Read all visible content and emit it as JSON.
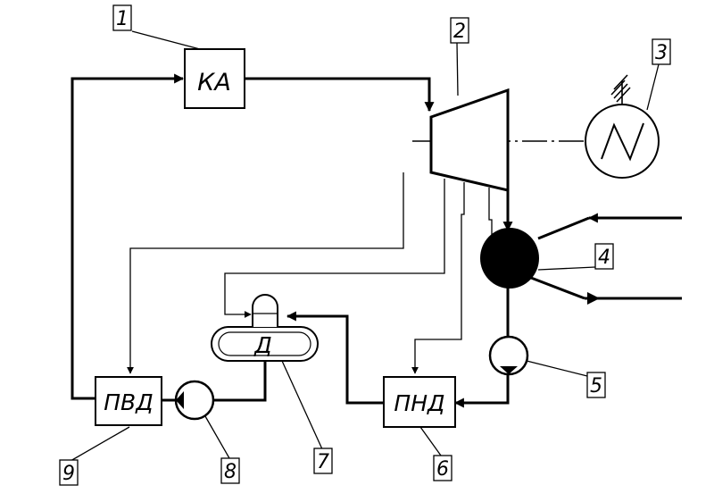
{
  "blocks": {
    "boiler": "КА",
    "hp_heater": "ПВД",
    "lp_heater": "ПНД",
    "deaerator": "Д"
  },
  "callouts": [
    "1",
    "2",
    "3",
    "4",
    "5",
    "6",
    "7",
    "8",
    "9"
  ],
  "colors": {
    "ink": "#000000",
    "paper": "#ffffff"
  }
}
